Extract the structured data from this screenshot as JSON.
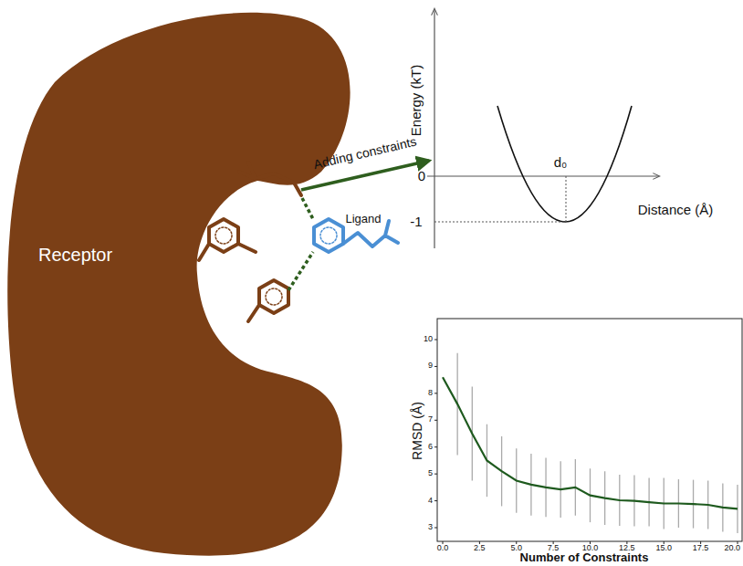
{
  "diagram": {
    "nodes": [
      {
        "text": [
          "Receptor"
        ]
      }
    ],
    "labels": [
      "Adding constraints",
      "Ligand",
      "Energy (kT)",
      "0",
      "d₀",
      "Distance (Å)",
      "-1",
      "RMSD (Å)",
      "10",
      "9",
      "8",
      "7",
      "6",
      "5",
      "4",
      "3",
      "0.0",
      "2.5",
      "5.0",
      "7.5",
      "10.0",
      "12.5",
      "15.0",
      "17.5",
      "20.0",
      "Number of Constraints"
    ]
  }
}
